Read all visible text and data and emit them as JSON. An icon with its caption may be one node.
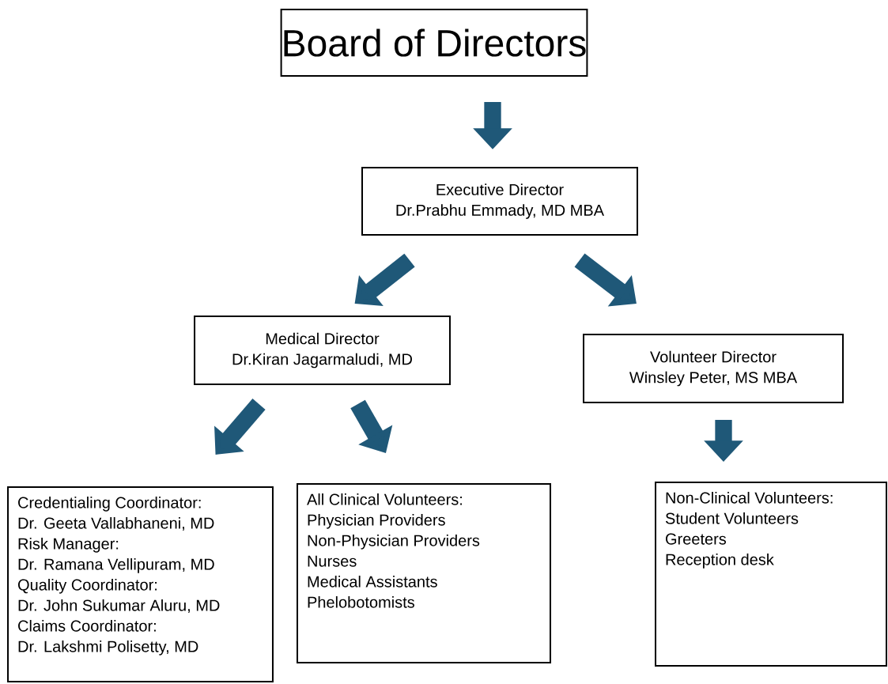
{
  "diagram": {
    "nodes": [
      {
        "text": [
          "Board of Directors"
        ]
      },
      {
        "text": [
          "Executive Director",
          "Dr.Prabhu Emmady, MD MBA"
        ]
      },
      {
        "text": [
          "Medical Director",
          "Dr.Kiran Jagarmaludi, MD"
        ]
      },
      {
        "text": [
          "Volunteer Director",
          "Winsley Peter, MS MBA"
        ]
      },
      {
        "text": [
          "Credentialing Coordinator:",
          "Dr. Geeta Vallabhaneni, MD",
          "Risk Manager:",
          "Dr. Ramana Vellipuram, MD",
          "Quality Coordinator:",
          "Dr. John Sukumar Aluru, MD",
          "Claims Coordinator:",
          "Dr. Lakshmi Polisetty, MD"
        ]
      },
      {
        "text": [
          "All Clinical Volunteers:",
          "Physician Providers",
          "Non-Physician Providers",
          "Nurses",
          "Medical Assistants",
          "Phelobotomists"
        ]
      },
      {
        "text": [
          "Non-Clinical Volunteers:",
          "Student Volunteers",
          "Greeters",
          "Reception desk"
        ]
      }
    ],
    "edges": [
      {
        "from": 0,
        "to": 1,
        "arrow": "to"
      },
      {
        "from": 1,
        "to": 2,
        "arrow": "to"
      },
      {
        "from": 1,
        "to": 3,
        "arrow": "to"
      },
      {
        "from": 2,
        "to": 4,
        "arrow": "to"
      },
      {
        "from": 2,
        "to": 5,
        "arrow": "to"
      },
      {
        "from": 3,
        "to": 6,
        "arrow": "to"
      }
    ]
  }
}
